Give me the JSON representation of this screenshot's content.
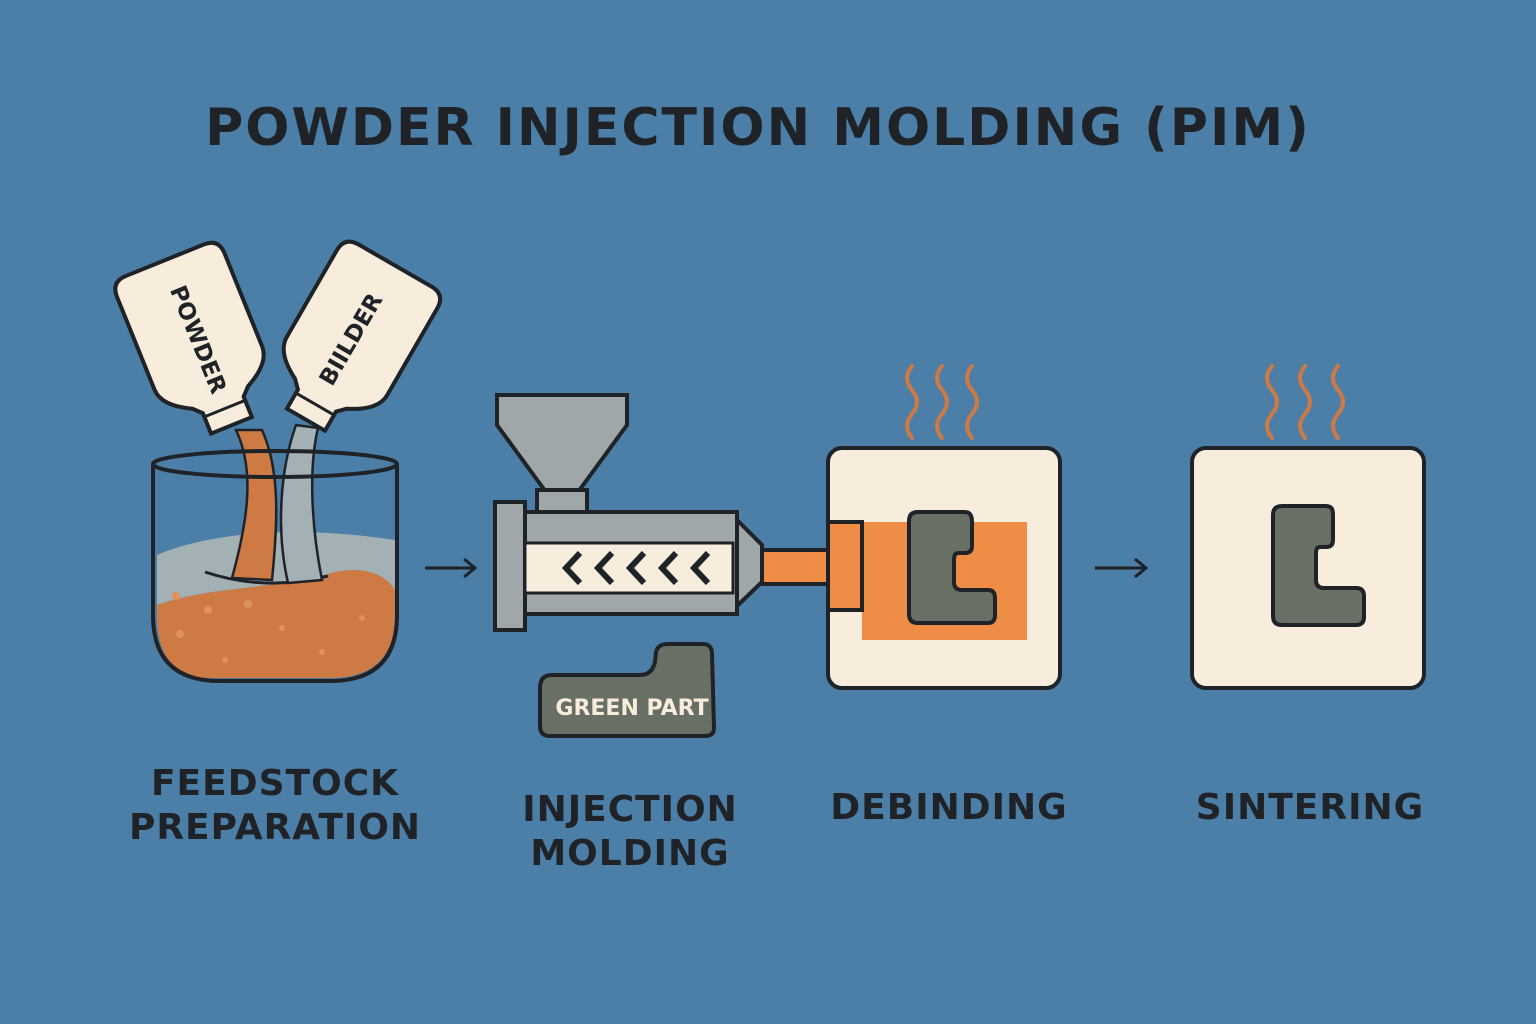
{
  "title": "POWDER INJECTION MOLDING (PIM)",
  "steps": [
    {
      "label_lines": [
        "FEEDSTOCK",
        "PREPARATION"
      ]
    },
    {
      "label_lines": [
        "INJECTION",
        "MOLDING"
      ]
    },
    {
      "label_lines": [
        "DEBINDING"
      ]
    },
    {
      "label_lines": [
        "SINTERING"
      ]
    }
  ],
  "bottles": {
    "powder": "POWDER",
    "binder": "BIILDER"
  },
  "green_part_label": "GREEN PART",
  "colors": {
    "background": "#4b7fa7",
    "ink": "#1f2328",
    "orange": "#ef8c45",
    "powder": "#cd7a45",
    "steel": "#9fa7a8",
    "cream": "#f8eddc",
    "part": "#687066"
  }
}
